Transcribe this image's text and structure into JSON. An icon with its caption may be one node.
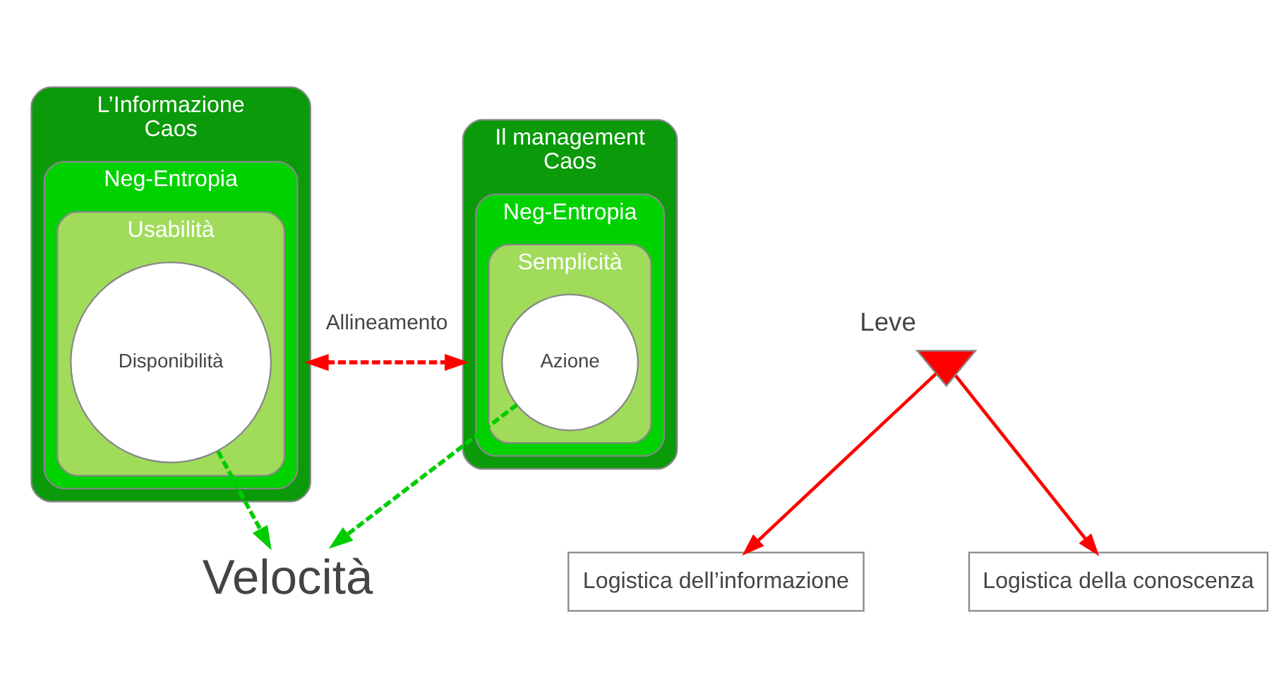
{
  "diagram": {
    "nodes": [
      {
        "text": [
          "L’Informazione",
          "Caos"
        ]
      },
      {
        "text": [
          "Neg-Entropia"
        ],
        "in": 0
      },
      {
        "text": [
          "Usabilità"
        ],
        "in": 1
      },
      {
        "text": [
          "Disponibilità"
        ],
        "in": 2
      },
      {
        "text": [
          "Il management",
          "Caos"
        ]
      },
      {
        "text": [
          "Neg-Entropia"
        ],
        "in": 4
      },
      {
        "text": [
          "Semplicità"
        ],
        "in": 5
      },
      {
        "text": [
          "Azione"
        ],
        "in": 6
      },
      {
        "text": [
          "Logistica dell’informazione"
        ]
      },
      {
        "text": [
          "Logistica della conoscenza"
        ]
      },
      {
        "text": [
          "Leve"
        ]
      },
      {
        "text": [
          "Velocità"
        ]
      }
    ],
    "edges": [
      {
        "from": 0,
        "to": 4,
        "arrow": "both",
        "label": "Allineamento",
        "style": "dashed",
        "color": "#ff0000"
      },
      {
        "from": 10,
        "to": 8,
        "arrow": "to",
        "color": "#ff0000"
      },
      {
        "from": 10,
        "to": 9,
        "arrow": "to",
        "color": "#ff0000"
      },
      {
        "from": 3,
        "to": 11,
        "arrow": "to",
        "style": "dashed",
        "color": "#00cc00"
      },
      {
        "from": 7,
        "to": 11,
        "arrow": "to",
        "style": "dashed",
        "color": "#00cc00"
      }
    ]
  }
}
